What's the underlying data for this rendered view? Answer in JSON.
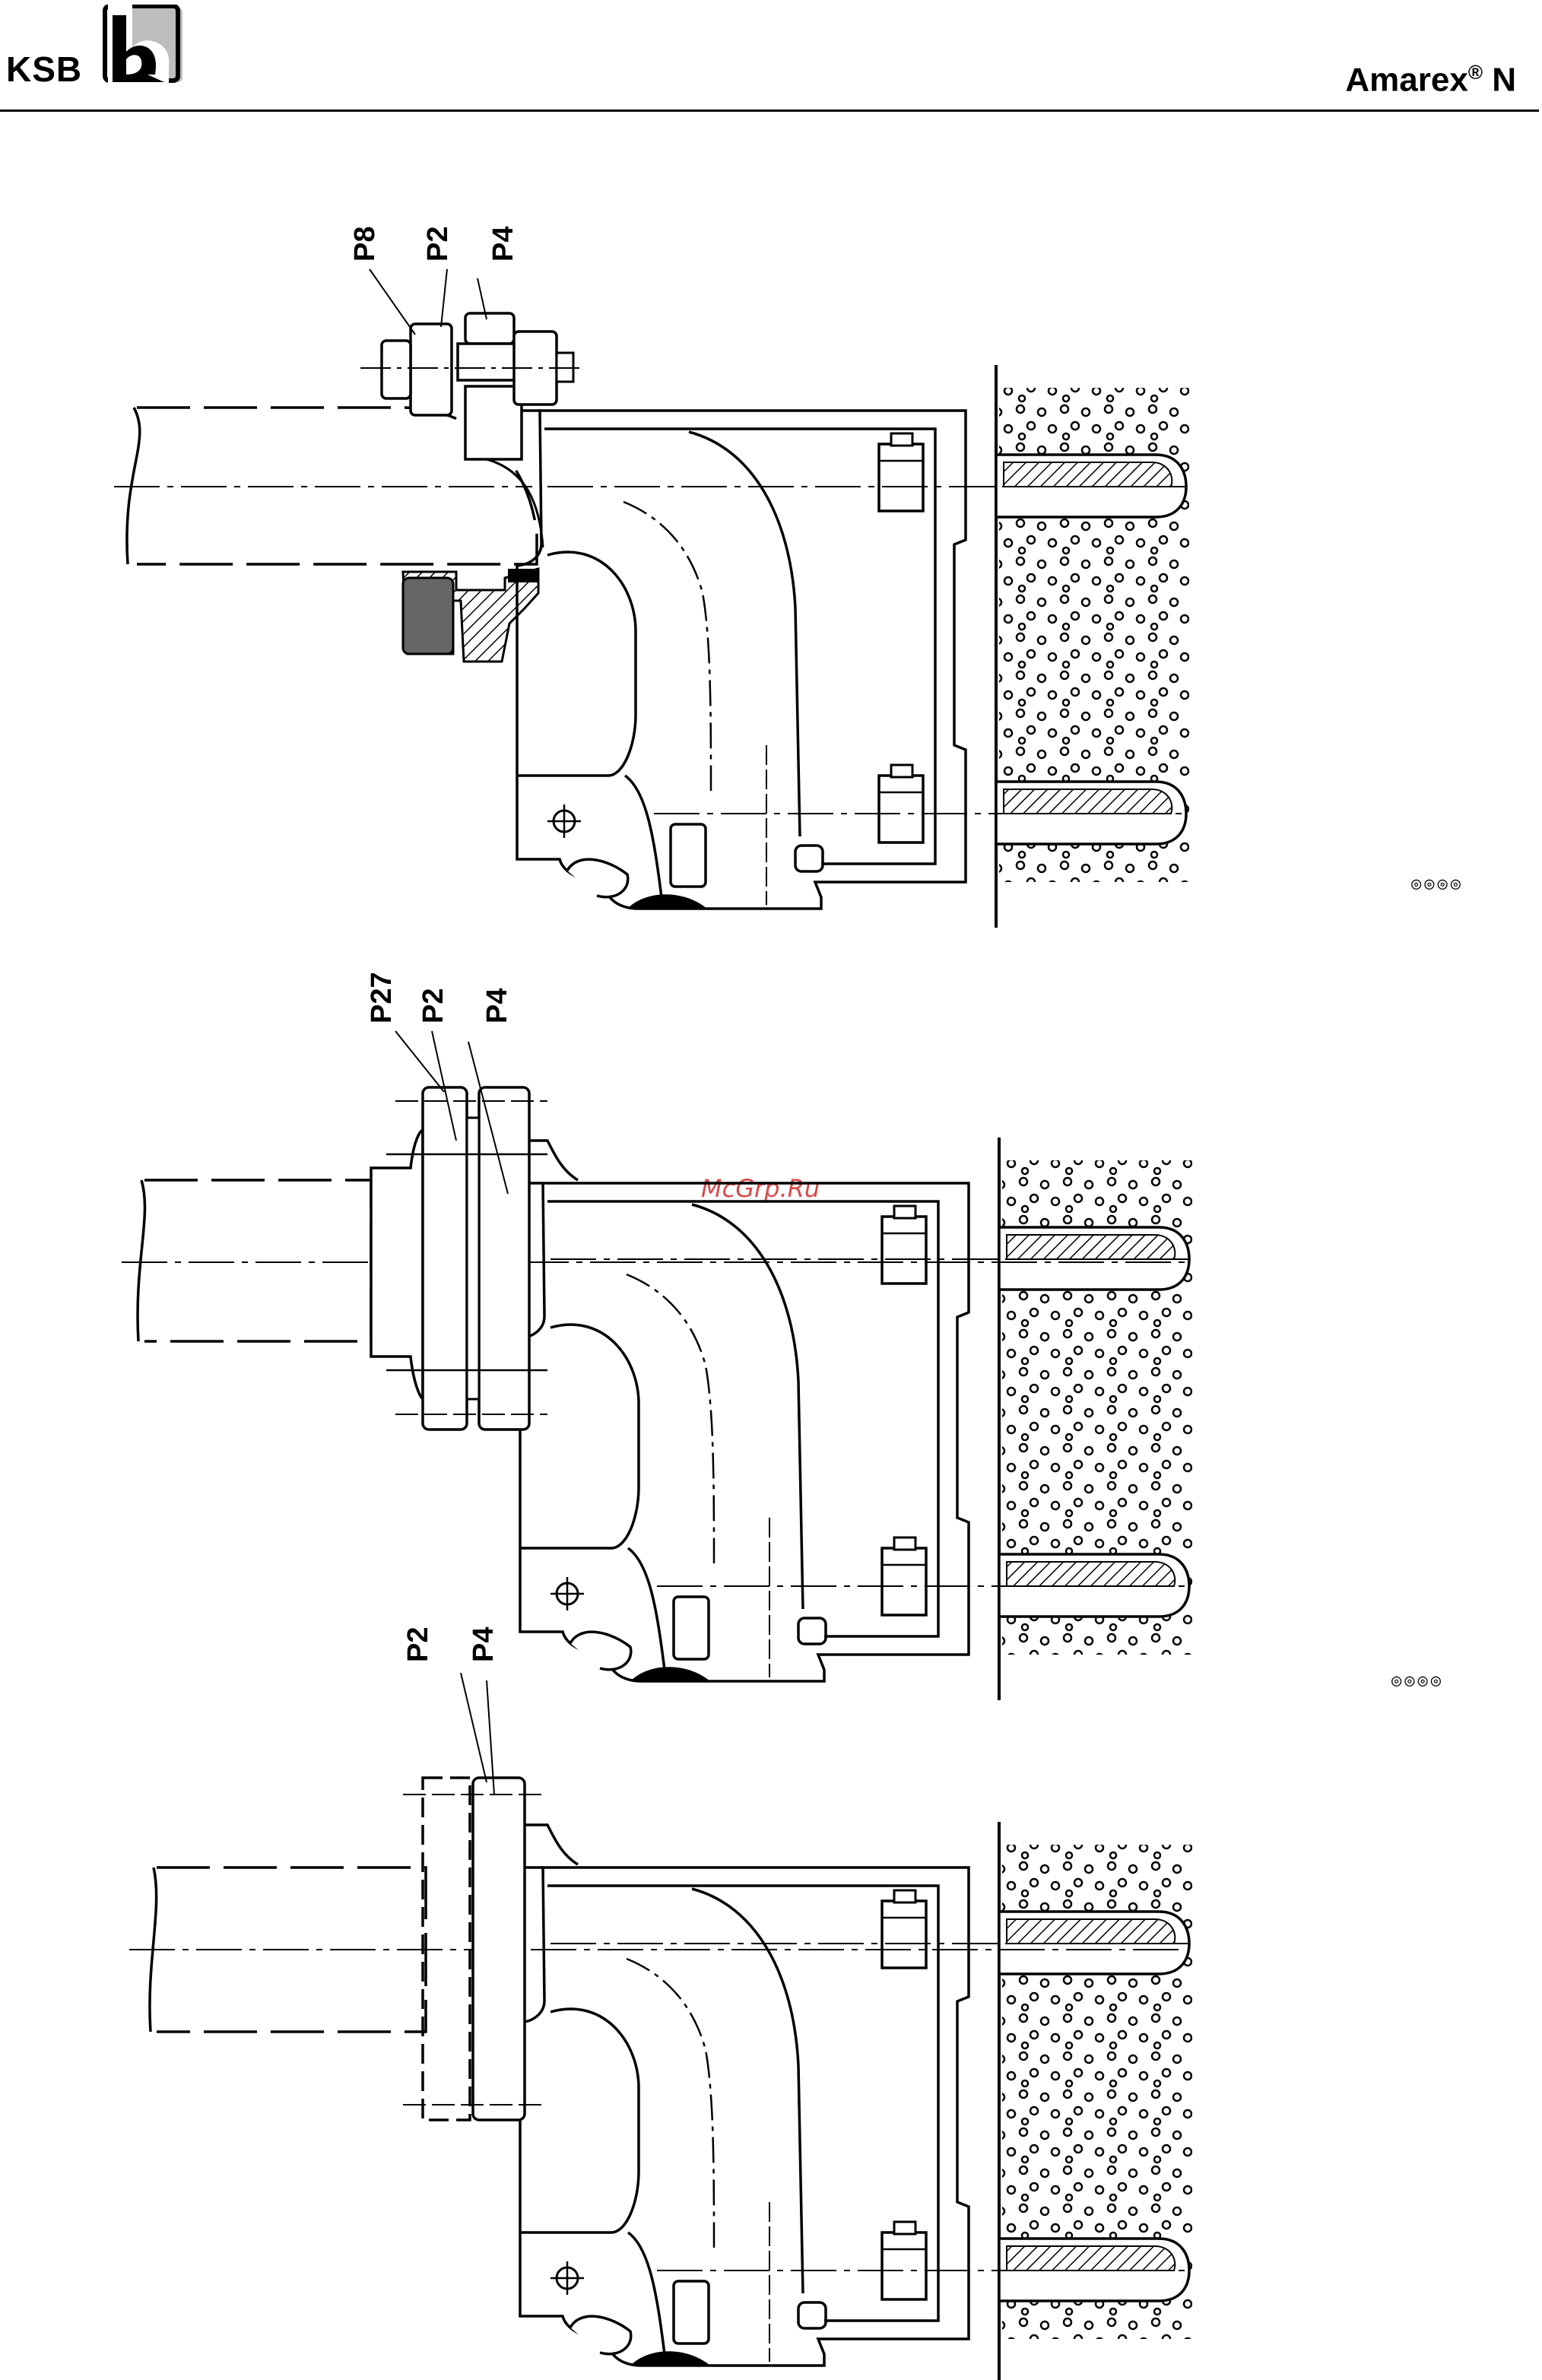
{
  "header": {
    "brand": "KSB",
    "product_name": "Amarex",
    "product_reg": "®",
    "product_suffix": " N"
  },
  "figures": [
    {
      "labels": [
        "P8",
        "P2",
        "P4"
      ],
      "code": "◎◎◎◎"
    },
    {
      "labels": [
        "P27",
        "P2",
        "P4"
      ],
      "code": "◎◎◎◎"
    },
    {
      "labels": [
        "P2",
        "P4"
      ]
    }
  ],
  "watermark": "McGrp.Ru"
}
